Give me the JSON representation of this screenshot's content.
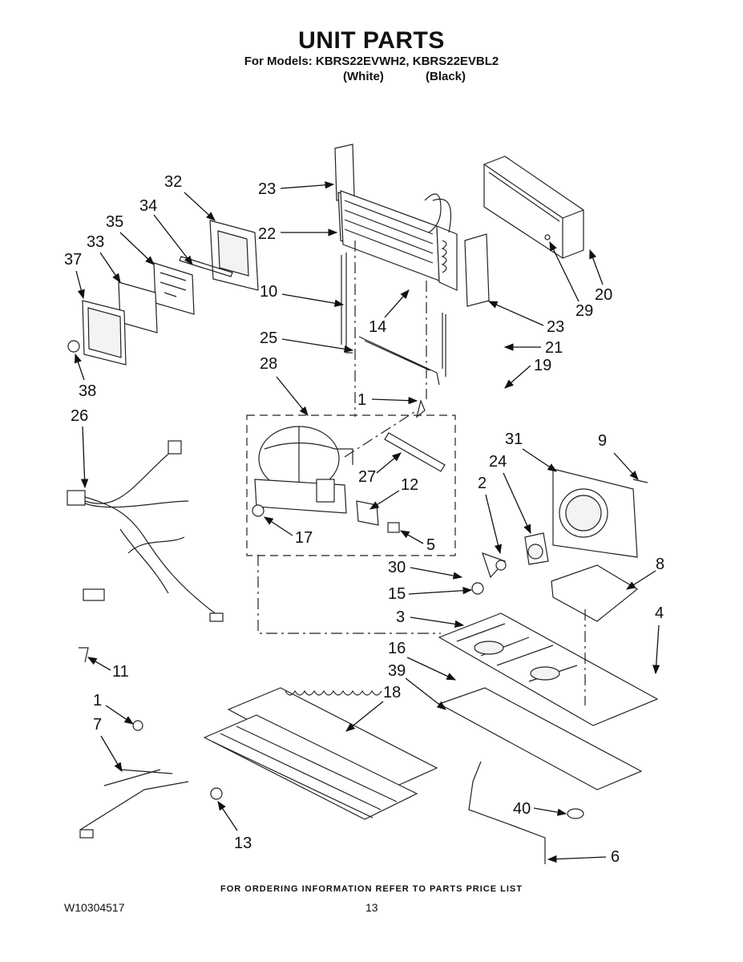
{
  "header": {
    "title": "UNIT PARTS",
    "models_line": "For Models: KBRS22EVWH2, KBRS22EVBL2",
    "color_white": "(White)",
    "color_black": "(Black)"
  },
  "callouts": [
    "23",
    "22",
    "10",
    "25",
    "28",
    "32",
    "34",
    "35",
    "33",
    "37",
    "38",
    "26",
    "14",
    "23",
    "29",
    "20",
    "21",
    "19",
    "1",
    "27",
    "12",
    "17",
    "5",
    "31",
    "9",
    "24",
    "2",
    "30",
    "15",
    "8",
    "3",
    "4",
    "16",
    "39",
    "18",
    "11",
    "1",
    "7",
    "13",
    "40",
    "6"
  ],
  "footer": {
    "ordering_note": "FOR ORDERING INFORMATION REFER TO PARTS PRICE LIST",
    "doc_number": "W10304517",
    "page_number": "13"
  }
}
